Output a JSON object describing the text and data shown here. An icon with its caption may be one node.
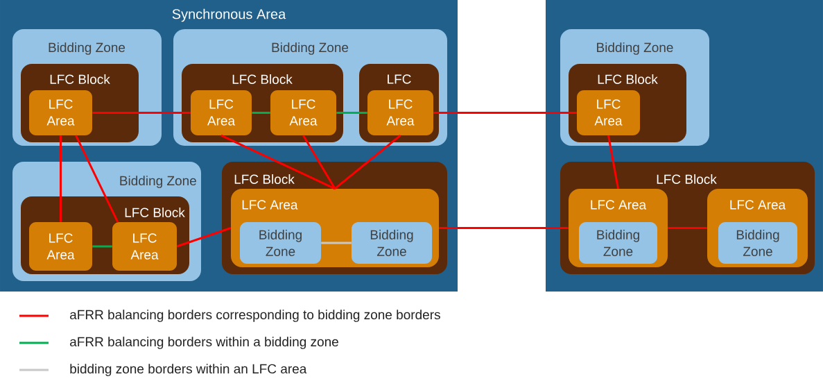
{
  "diagram": {
    "nodes": [
      {
        "text": [
          "Synchronous Area"
        ]
      },
      {
        "text": [
          "Bidding Zone"
        ],
        "in": 0
      },
      {
        "text": [
          "LFC Block"
        ],
        "in": 1
      },
      {
        "text": [
          "LFC Area"
        ],
        "in": 2
      },
      {
        "text": [
          "Bidding Zone"
        ],
        "in": 0
      },
      {
        "text": [
          "LFC Block"
        ],
        "in": 4
      },
      {
        "text": [
          "LFC Area"
        ],
        "in": 5
      },
      {
        "text": [
          "LFC Area"
        ],
        "in": 5
      },
      {
        "text": [
          "LFC"
        ],
        "in": 4
      },
      {
        "text": [
          "LFC Area"
        ],
        "in": 8
      },
      {
        "text": [
          "Bidding Zone"
        ],
        "in": 0
      },
      {
        "text": [
          "LFC Block"
        ],
        "in": 10
      },
      {
        "text": [
          "LFC Area"
        ],
        "in": 11
      },
      {
        "text": [
          "LFC Area"
        ],
        "in": 11
      },
      {
        "text": [
          "LFC Block"
        ],
        "in": 0
      },
      {
        "text": [
          "LFC Area"
        ],
        "in": 14
      },
      {
        "text": [
          "Bidding Zone"
        ],
        "in": 15
      },
      {
        "text": [
          "Bidding Zone"
        ],
        "in": 15
      },
      {
        "text": [],
        "shape": "box"
      },
      {
        "text": [
          "Bidding Zone"
        ],
        "in": 18
      },
      {
        "text": [
          "LFC Block"
        ],
        "in": 19
      },
      {
        "text": [
          "LFC Area"
        ],
        "in": 20
      },
      {
        "text": [
          "LFC Block"
        ],
        "in": 18
      },
      {
        "text": [
          "LFC Area"
        ],
        "in": 22
      },
      {
        "text": [
          "Bidding Zone"
        ],
        "in": 23
      },
      {
        "text": [
          "LFC Area"
        ],
        "in": 22
      },
      {
        "text": [
          "Bidding Zone"
        ],
        "in": 25
      }
    ],
    "edges": [
      {
        "from": 3,
        "to": 6,
        "arrow": "none"
      },
      {
        "from": 6,
        "to": 7,
        "arrow": "none",
        "color": "#00b050"
      },
      {
        "from": 7,
        "to": 9,
        "arrow": "none",
        "color": "#00b050"
      },
      {
        "from": 9,
        "to": 21,
        "arrow": "none"
      },
      {
        "from": 3,
        "to": 12,
        "arrow": "none"
      },
      {
        "from": 3,
        "to": 13,
        "arrow": "none"
      },
      {
        "from": 12,
        "to": 13,
        "arrow": "none",
        "color": "#00b050"
      },
      {
        "from": 13,
        "to": 15,
        "arrow": "none"
      },
      {
        "from": 6,
        "to": 15,
        "arrow": "none"
      },
      {
        "from": 7,
        "to": 15,
        "arrow": "none"
      },
      {
        "from": 9,
        "to": 15,
        "arrow": "none"
      },
      {
        "from": 16,
        "to": 17,
        "arrow": "none",
        "color": "#c8c8c8"
      },
      {
        "from": 15,
        "to": 23,
        "arrow": "none"
      },
      {
        "from": 21,
        "to": 23,
        "arrow": "none"
      },
      {
        "from": 23,
        "to": 25,
        "arrow": "none"
      }
    ],
    "legend": [
      {
        "text": "aFRR balancing borders corresponding to bidding zone borders",
        "color": "#ff0000"
      },
      {
        "text": "aFRR balancing borders within a bidding zone",
        "color": "#00b050"
      },
      {
        "text": "bidding zone borders within an LFC area",
        "color": "#c8c8c8"
      }
    ]
  }
}
